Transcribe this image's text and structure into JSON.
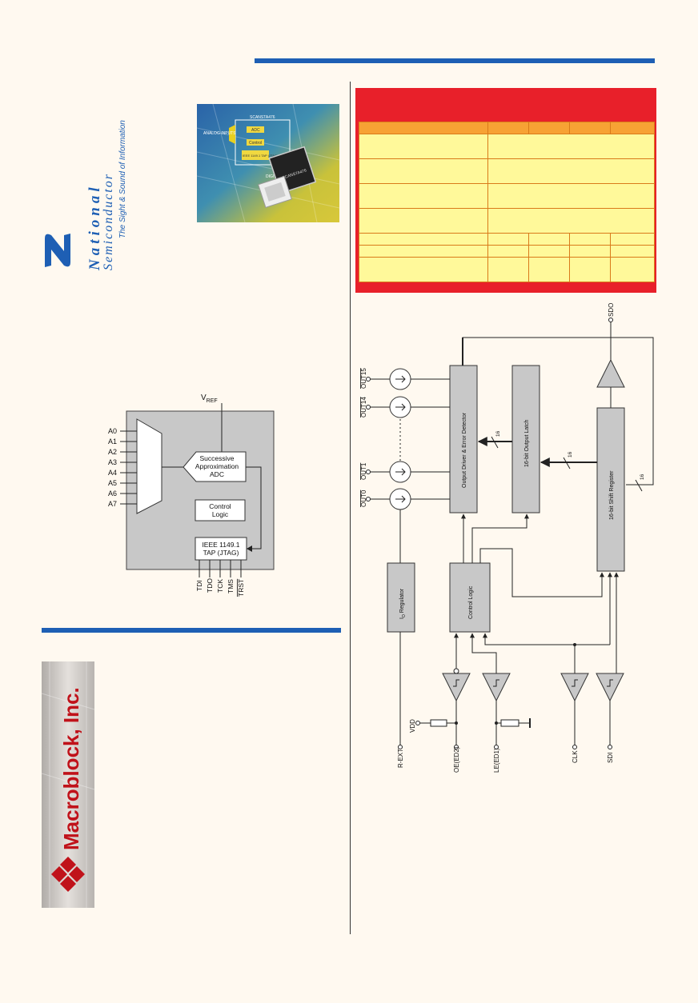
{
  "national": {
    "brand_line1": "National",
    "brand_line2": "Semiconductor",
    "tagline": "The Sight & Sound of Information"
  },
  "product_photo": {
    "labels": [
      "ANALOG INPUTS",
      "SCANSTA476",
      "ADC",
      "Control",
      "IEEE 1149.1 TAP (JTAG)",
      "DIGITAL TDO OUTPUT",
      "SCANSTA476"
    ]
  },
  "adc_diagram": {
    "vref_main": "V",
    "vref_sub": "REF",
    "inputs": [
      "A0",
      "A1",
      "A2",
      "A3",
      "A4",
      "A5",
      "A6",
      "A7"
    ],
    "adc_label": [
      "Successive",
      "Approximation",
      "ADC"
    ],
    "control_label": [
      "Control",
      "Logic"
    ],
    "tap_label": [
      "IEEE 1149.1",
      "TAP (JTAG)"
    ],
    "pins": [
      "TDI",
      "TDO",
      "TCK",
      "TMS",
      "TRST"
    ]
  },
  "macroblock": {
    "logo_text": "Macroblock, Inc."
  },
  "driver_diagram": {
    "sdo": "SDO",
    "outputs": [
      "OUT15",
      "OUT14",
      "OUT1",
      "OUT0"
    ],
    "output_driver": "Output Driver & Error Detector",
    "output_latch": "16-bit Output Latch",
    "shift_register": "16-bit Shift Register",
    "bus_width": "16",
    "regulator_main": "I",
    "regulator_sub": "O",
    "regulator_rest": " Regulator",
    "control_logic": "Control Logic",
    "vdd": "VDD",
    "pins": [
      "R-EXT",
      "OE(ED2)",
      "LE(ED1)",
      "CLK",
      "SDI"
    ]
  },
  "colors": {
    "accent_blue": "#1e5fb4",
    "table_red": "#e8202a",
    "table_header": "#f7a234",
    "table_cell": "#fff99a",
    "block_fill": "#c8c8c8"
  }
}
